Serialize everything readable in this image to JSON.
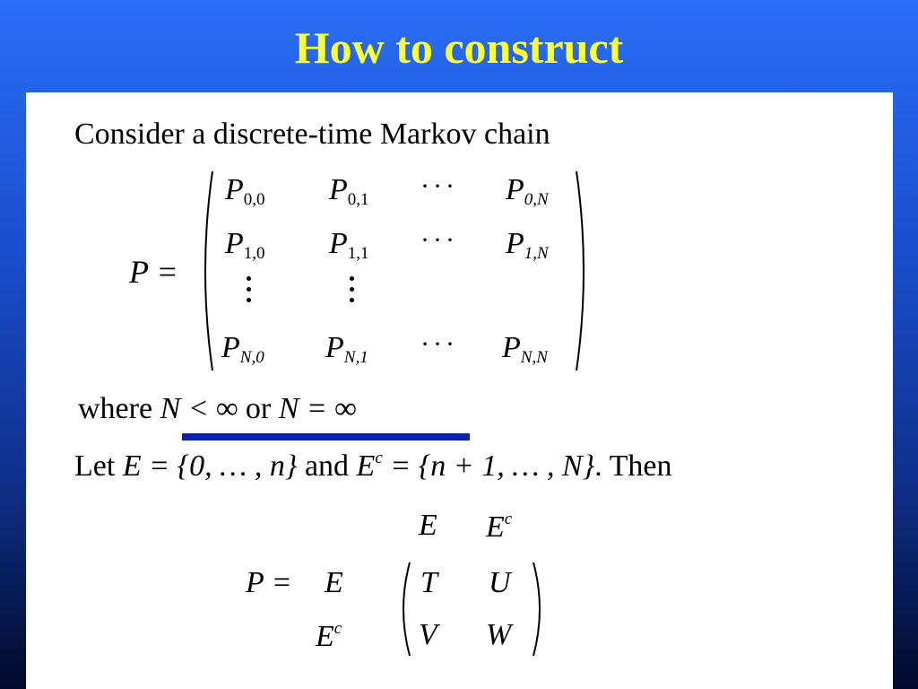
{
  "slide": {
    "title": "How to construct",
    "intro": "Consider a discrete-time Markov chain",
    "matrix_label": "P =",
    "matrix": {
      "r0": [
        "P",
        "0,0",
        "P",
        "0,1",
        "P",
        "0,N"
      ],
      "r1": [
        "P",
        "1,0",
        "P",
        "1,1",
        "P",
        "1,N"
      ],
      "rN": [
        "P",
        "N,0",
        "P",
        "N,1",
        "P",
        "N,N"
      ]
    },
    "where_line": {
      "where": "where",
      "cond1": "N < ∞",
      "or": "or",
      "cond2": "N = ∞"
    },
    "let_line": {
      "let": "Let",
      "E_def": "E = {0, … , n}",
      "and": "and",
      "Ec": "E",
      "c": "c",
      "Ec_def": "= {n + 1, … , N}",
      "then": ". Then"
    },
    "block": {
      "label": "P =",
      "col1": "E",
      "col2": "E",
      "row1": "E",
      "row2": "E",
      "c": "c",
      "T": "T",
      "U": "U",
      "V": "V",
      "W": "W"
    }
  }
}
